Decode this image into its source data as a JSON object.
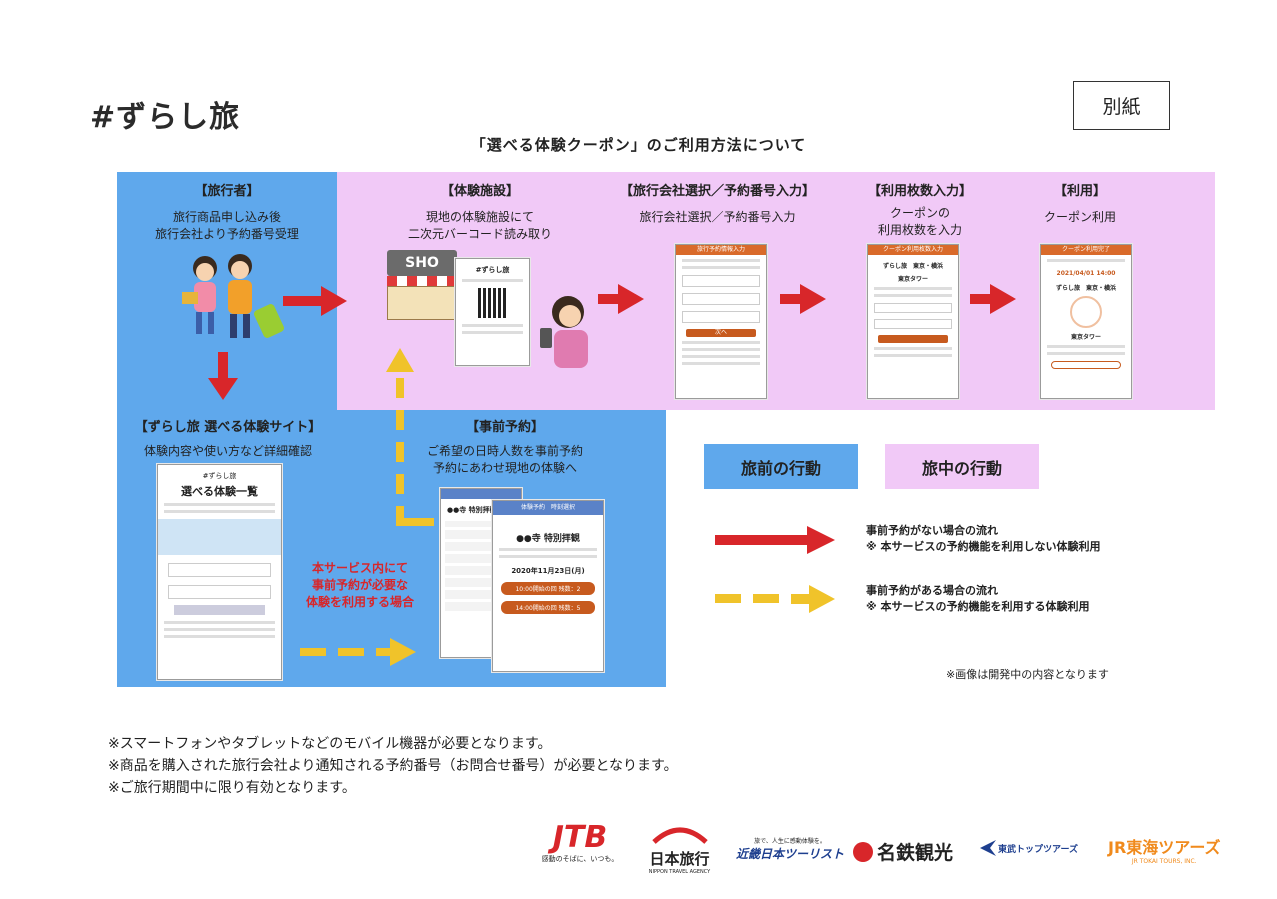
{
  "header": {
    "logo_text": "#ずらし旅",
    "betsu_label": "別紙",
    "title": "「選べる体験クーポン」のご利用方法について"
  },
  "steps": {
    "traveler": {
      "heading": "【旅行者】",
      "line1": "旅行商品申し込み後",
      "line2": "旅行会社より予約番号受理"
    },
    "facility": {
      "heading": "【体験施設】",
      "line1": "現地の体験施設にて",
      "line2": "二次元バーコード読み取り"
    },
    "agency": {
      "heading": "【旅行会社選択／予約番号入力】",
      "line1": "旅行会社選択／予約番号入力"
    },
    "count": {
      "heading": "【利用枚数入力】",
      "line1": "クーポンの",
      "line2": "利用枚数を入力"
    },
    "use": {
      "heading": "【利用】",
      "line1": "クーポン利用"
    },
    "site": {
      "heading": "【ずらし旅 選べる体験サイト】",
      "line1": "体験内容や使い方など詳細確認"
    },
    "reserve": {
      "heading": "【事前予約】",
      "line1": "ご希望の日時人数を事前予約",
      "line2": "予約にあわせ現地の体験へ"
    }
  },
  "service_note": {
    "line1": "本サービス内にて",
    "line2": "事前予約が必要な",
    "line3": "体験を利用する場合"
  },
  "phones": {
    "agency_bar": "旅行予約情報入力",
    "agency_btn": "次へ",
    "count_bar": "クーポン利用枚数入力",
    "count_name": "ずらし旅　東京・横浜",
    "count_place": "東京タワー",
    "use_bar": "クーポン利用完了",
    "use_name": "ずらし旅　東京・横浜",
    "use_place": "東京タワー",
    "use_date": "2021/04/01 14:00",
    "site_title": "選べる体験一覧",
    "reserve_bar": "体験予約　時刻選択",
    "reserve_place": "●●寺 特別拝観",
    "reserve_date": "2020年11月23日(月)",
    "slot1": "10:00開始の回 残数：2",
    "slot2": "14:00開始の回 残数：5",
    "shop_sign": "SHO"
  },
  "legend": {
    "before": "旅前の行動",
    "during": "旅中の行動",
    "no_reserve_line1": "事前予約がない場合の流れ",
    "no_reserve_line2": "※ 本サービスの予約機能を利用しない体験利用",
    "reserve_line1": "事前予約がある場合の流れ",
    "reserve_line2": "※ 本サービスの予約機能を利用する体験利用",
    "image_note": "※画像は開発中の内容となります"
  },
  "notes": [
    "※スマートフォンやタブレットなどのモバイル機器が必要となります。",
    "※商品を購入された旅行会社より通知される予約番号（お問合せ番号）が必要となります。",
    "※ご旅行期間中に限り有効となります。"
  ],
  "companies": {
    "jtb": "JTB",
    "jtb_sub": "感動のそばに、いつも。",
    "nta": "日本旅行",
    "nta_sub": "NIPPON TRAVEL AGENCY",
    "knt": "近畿日本ツーリスト",
    "knt_sub": "旅で、人生に感動体験を。",
    "meitetsu": "名鉄観光",
    "tobu": "東武トップツアーズ",
    "jrtokai": "JR東海ツアーズ",
    "jrtokai_sub": "JR TOKAI TOURS, INC."
  },
  "colors": {
    "blue": "#5fa8ec",
    "pink": "#f1c9f7",
    "red": "#d8262a",
    "yellow": "#f0c32a"
  }
}
